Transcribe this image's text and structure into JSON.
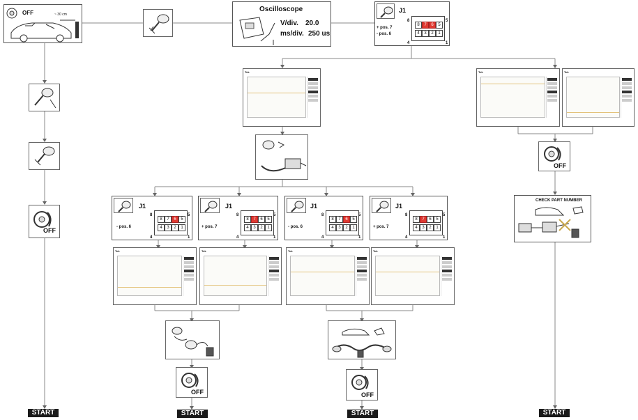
{
  "diagram": {
    "off_label": "OFF",
    "distance_label": "~ 30 cm",
    "oscilloscope": {
      "title": "Oscilloscope",
      "vdiv_label": "V/div.",
      "vdiv_value": "20.0",
      "msdiv_label": "ms/div.",
      "msdiv_value": "250 us"
    },
    "connector": {
      "name": "J1",
      "pin_top_left": "8",
      "pin_top_right": "5",
      "pin_bottom_left": "4",
      "pin_bottom_right": "1",
      "top_row": [
        "8",
        "7",
        "6",
        "5"
      ],
      "bottom_row": [
        "4",
        "3",
        "2",
        "1"
      ]
    },
    "top_probe": {
      "plus": "+ pos. 7",
      "minus": "- pos. 6"
    },
    "branch_1": "- pos. 6",
    "branch_2": "+ pos. 7",
    "branch_3": "- pos. 6",
    "branch_4": "+ pos. 7",
    "check_part_number": "CHECK PART NUMBER",
    "start_label": "START",
    "scope_brand": "Tek"
  }
}
